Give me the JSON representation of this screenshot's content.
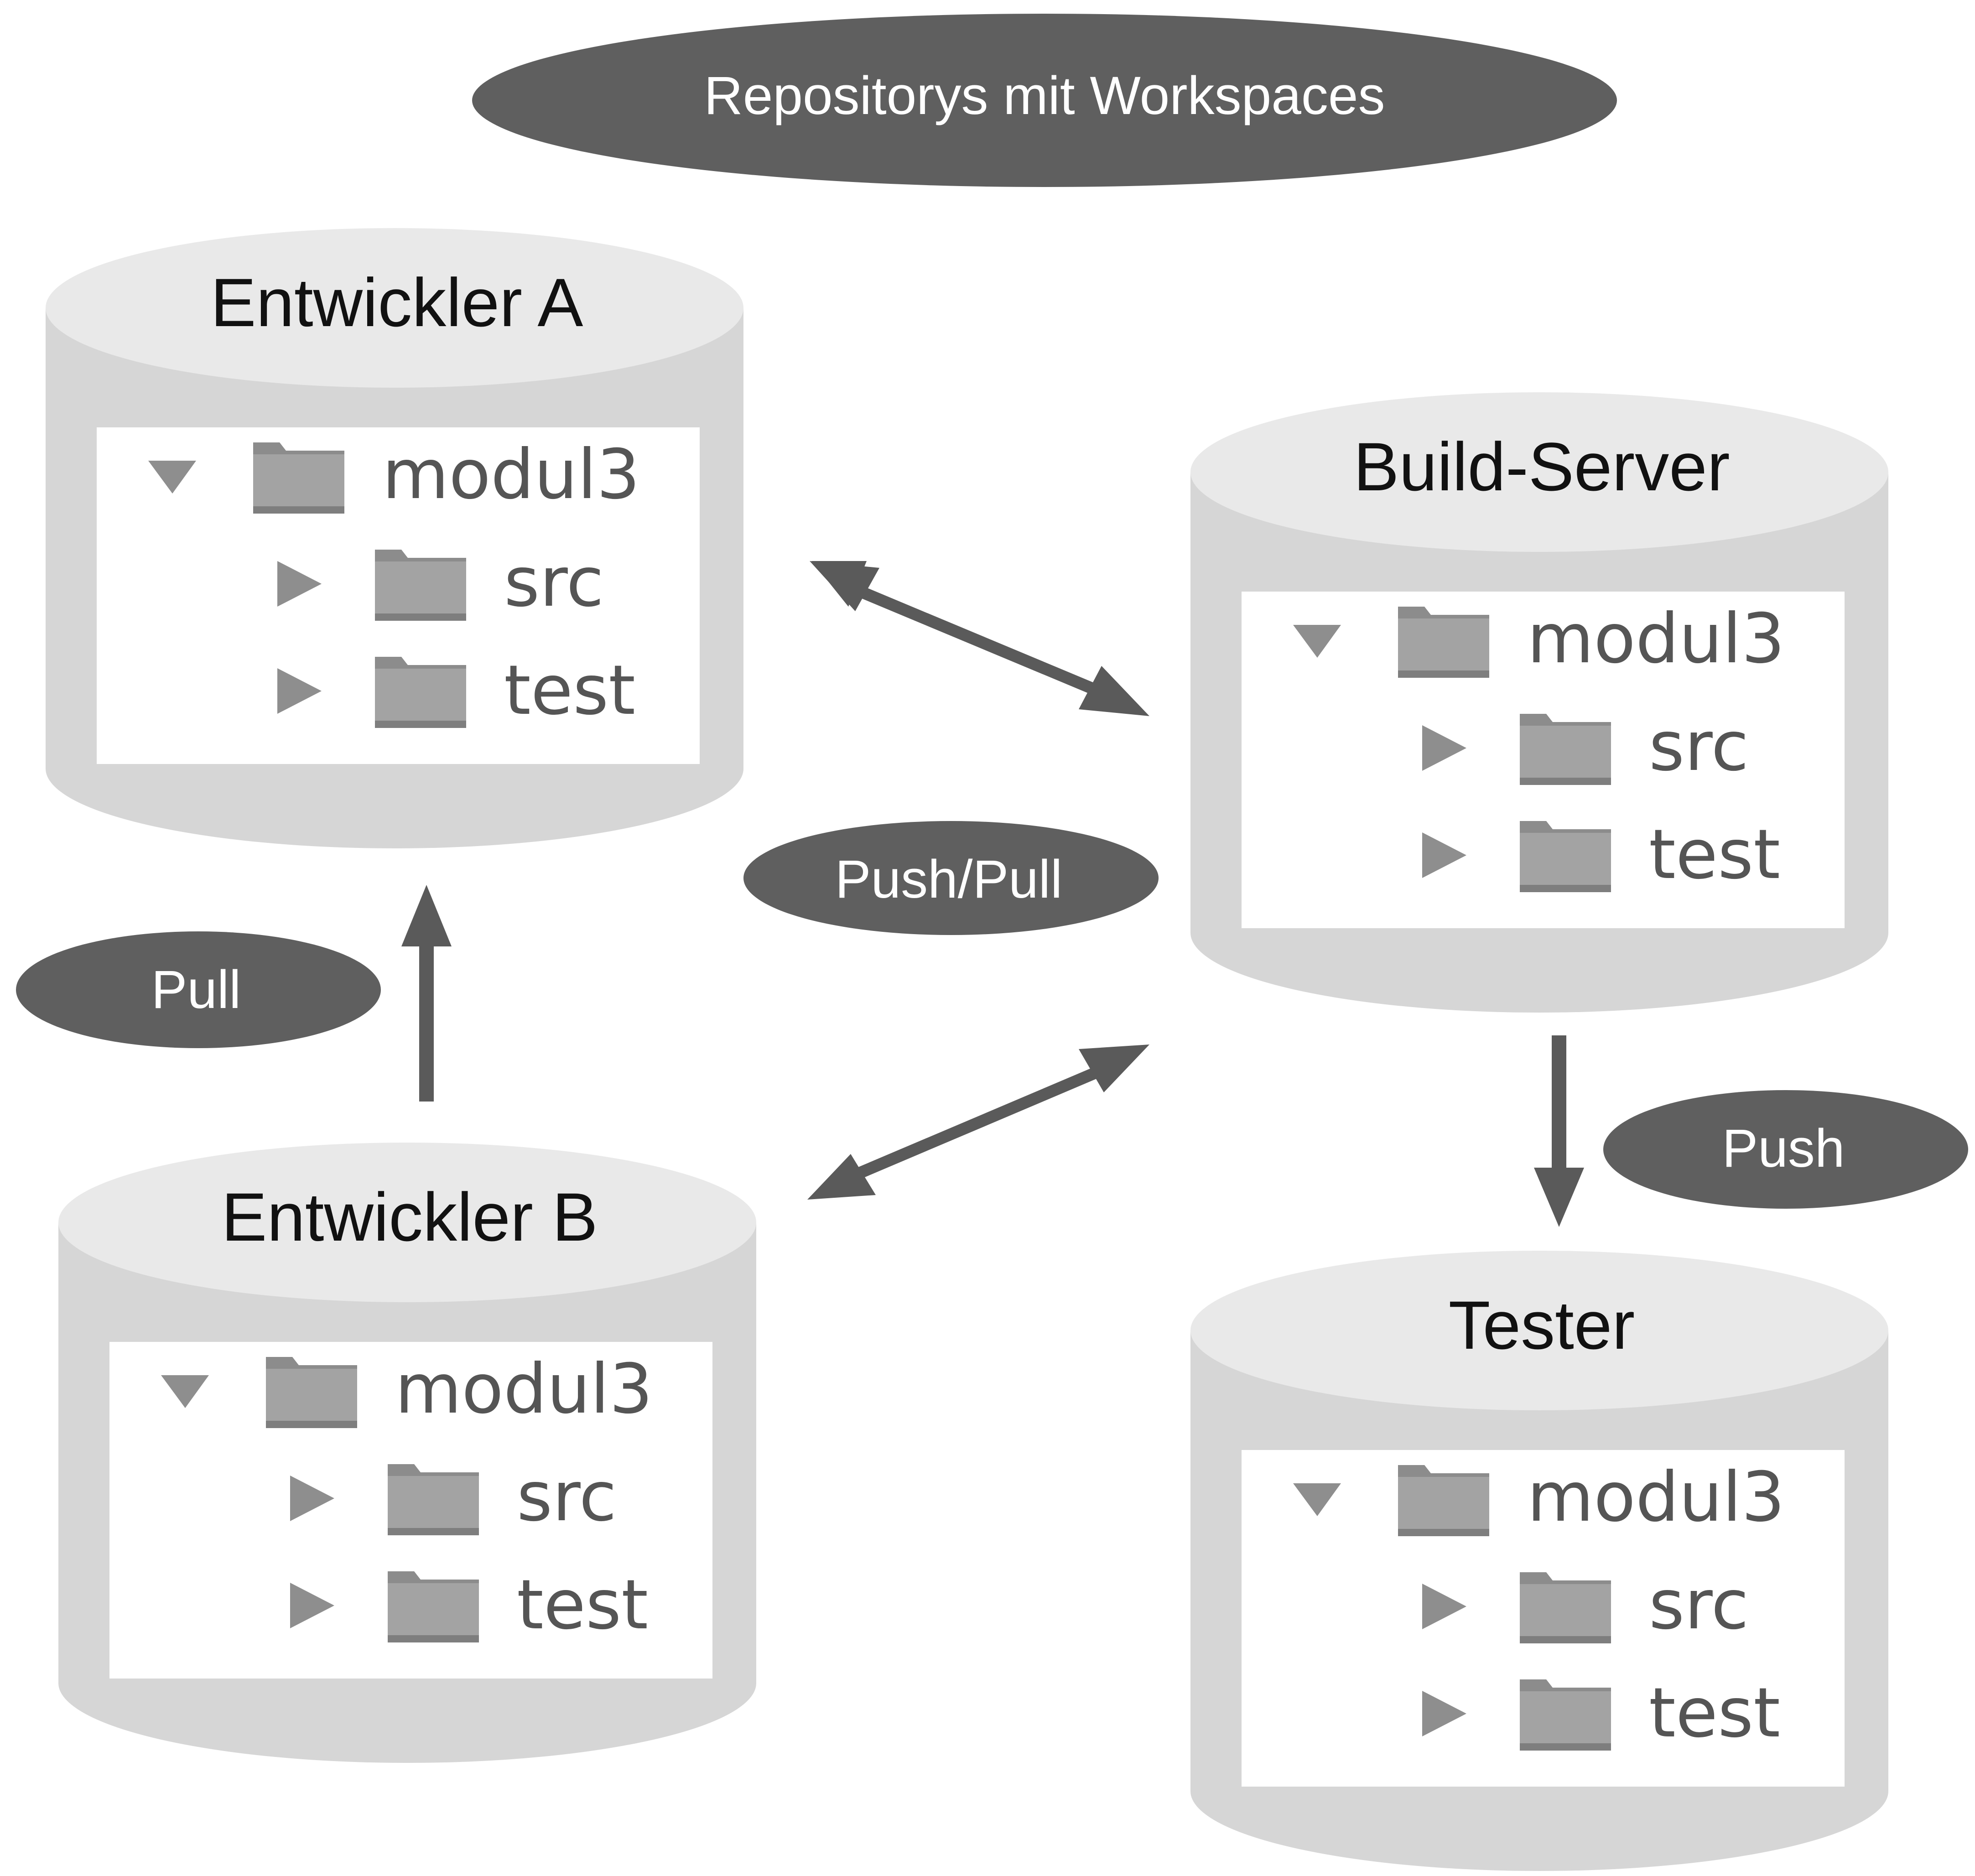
{
  "title": "Repositorys mit Workspaces",
  "repositories": [
    {
      "id": "entwickler-a",
      "name": "Entwickler A",
      "tree": {
        "root": "modul3",
        "children": [
          "src",
          "test"
        ]
      }
    },
    {
      "id": "build-server",
      "name": "Build-Server",
      "tree": {
        "root": "modul3",
        "children": [
          "src",
          "test"
        ]
      }
    },
    {
      "id": "entwickler-b",
      "name": "Entwickler B",
      "tree": {
        "root": "modul3",
        "children": [
          "src",
          "test"
        ]
      }
    },
    {
      "id": "tester",
      "name": "Tester",
      "tree": {
        "root": "modul3",
        "children": [
          "src",
          "test"
        ]
      }
    }
  ],
  "labels": {
    "pull": "Pull",
    "push_pull": "Push/Pull",
    "push": "Push"
  },
  "colors": {
    "cylinder_body": "#d6d6d6",
    "cylinder_top": "#e9e9e9",
    "bubble": "#5f5f5f",
    "arrow": "#5a5a5a",
    "folder": "#9a9a9a",
    "triangle": "#8e8e8e"
  },
  "icons": [
    "expand-triangle-icon",
    "collapsed-triangle-icon",
    "folder-icon",
    "double-arrow-icon",
    "arrow-icon"
  ]
}
